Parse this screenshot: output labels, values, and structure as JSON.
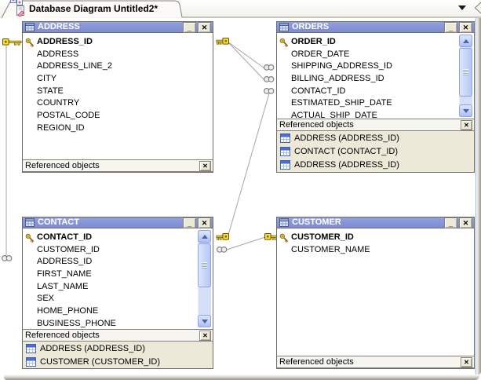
{
  "window": {
    "tab_title": "Database Diagram Untitled2*"
  },
  "controls": {
    "minimize": "_",
    "close": "✕",
    "ref_close": "✕"
  },
  "icons": {
    "tab_icon": "diagram-file",
    "tab_overlay_icon": "entity-boxes",
    "top_right": "chevron-down",
    "window_title_icon": "table-grid",
    "primary_key_icon": "gold-key",
    "foreign_key_icon": "chain-links",
    "referenced_row_icon": "table-grid-small"
  },
  "colors": {
    "titlebar_blue": "#8493d5",
    "panel_beige": "#ece9d8",
    "refbar_bg": "#f6f5ef",
    "scrollbar_blue": "#c3d2f8",
    "key_gold": "#ffdf30",
    "connector_line": "#a4a4a4",
    "canvas": "#ffffff"
  },
  "tables": [
    {
      "name": "ADDRESS",
      "referenced_label": "Referenced objects",
      "columns": [
        {
          "name": "ADDRESS_ID",
          "pk": true
        },
        {
          "name": "ADDRESS",
          "pk": false
        },
        {
          "name": "ADDRESS_LINE_2",
          "pk": false
        },
        {
          "name": "CITY",
          "pk": false
        },
        {
          "name": "STATE",
          "pk": false
        },
        {
          "name": "COUNTRY",
          "pk": false
        },
        {
          "name": "POSTAL_CODE",
          "pk": false
        },
        {
          "name": "REGION_ID",
          "pk": false
        }
      ],
      "referenced_objects": []
    },
    {
      "name": "ORDERS",
      "referenced_label": "Referenced objects",
      "columns": [
        {
          "name": "ORDER_ID",
          "pk": true
        },
        {
          "name": "ORDER_DATE",
          "pk": false
        },
        {
          "name": "SHIPPING_ADDRESS_ID",
          "pk": false
        },
        {
          "name": "BILLING_ADDRESS_ID",
          "pk": false
        },
        {
          "name": "CONTACT_ID",
          "pk": false
        },
        {
          "name": "ESTIMATED_SHIP_DATE",
          "pk": false
        },
        {
          "name": "ACTUAL_SHIP_DATE",
          "pk": false
        }
      ],
      "referenced_objects": [
        "ADDRESS (ADDRESS_ID)",
        "CONTACT (CONTACT_ID)",
        "ADDRESS (ADDRESS_ID)"
      ]
    },
    {
      "name": "CONTACT",
      "referenced_label": "Referenced objects",
      "columns": [
        {
          "name": "CONTACT_ID",
          "pk": true
        },
        {
          "name": "CUSTOMER_ID",
          "pk": false
        },
        {
          "name": "ADDRESS_ID",
          "pk": false
        },
        {
          "name": "FIRST_NAME",
          "pk": false
        },
        {
          "name": "LAST_NAME",
          "pk": false
        },
        {
          "name": "SEX",
          "pk": false
        },
        {
          "name": "HOME_PHONE",
          "pk": false
        },
        {
          "name": "BUSINESS_PHONE",
          "pk": false
        }
      ],
      "referenced_objects": [
        "ADDRESS (ADDRESS_ID)",
        "CUSTOMER (CUSTOMER_ID)"
      ]
    },
    {
      "name": "CUSTOMER",
      "referenced_label": "Referenced objects",
      "columns": [
        {
          "name": "CUSTOMER_ID",
          "pk": true
        },
        {
          "name": "CUSTOMER_NAME",
          "pk": false
        }
      ],
      "referenced_objects": []
    }
  ]
}
